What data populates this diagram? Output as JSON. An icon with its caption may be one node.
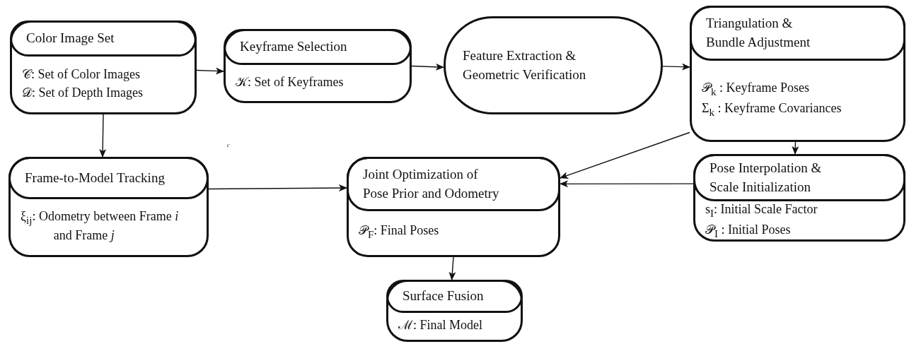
{
  "diagram": {
    "nodes": [
      {
        "text": [
          "Color Image Set",
          "𝒞: Set of Color Images",
          "𝒟: Set of Depth Images"
        ]
      },
      {
        "text": [
          "Keyframe Selection",
          "𝒦: Set of Keyframes"
        ]
      },
      {
        "text": [
          "Feature Extraction & Geometric Verification"
        ]
      },
      {
        "text": [
          "Triangulation & Bundle Adjustment",
          "𝒫$_{k}$ : Keyframe Poses",
          "Σ$_{k}$ : Keyframe Covariances"
        ]
      },
      {
        "text": [
          "Frame-to-Model Tracking",
          "ξ$_{ij}$: Odometry between Frame *i* and Frame *j*"
        ]
      },
      {
        "text": [
          "Joint Optimization of Pose Prior and Odometry",
          "𝒫$_{F}$: Final Poses"
        ]
      },
      {
        "text": [
          "Pose Interpolation & Scale Initialization",
          "s$_{I}$: Initial Scale Factor",
          "𝒫$_{I}$ : Initial Poses"
        ]
      },
      {
        "text": [
          "Surface Fusion",
          "ℳ: Final Model"
        ]
      }
    ],
    "edges": [
      {
        "from": 0,
        "to": 1,
        "arrow": "to"
      },
      {
        "from": 1,
        "to": 2,
        "arrow": "to"
      },
      {
        "from": 2,
        "to": 3,
        "arrow": "to"
      },
      {
        "from": 0,
        "to": 4,
        "arrow": "to"
      },
      {
        "from": 3,
        "to": 6,
        "arrow": "to"
      },
      {
        "from": 3,
        "to": 5,
        "arrow": "to"
      },
      {
        "from": 6,
        "to": 5,
        "arrow": "to"
      },
      {
        "from": 4,
        "to": 5,
        "arrow": "to"
      },
      {
        "from": 5,
        "to": 7,
        "arrow": "to"
      }
    ],
    "labels": [
      "c"
    ]
  }
}
